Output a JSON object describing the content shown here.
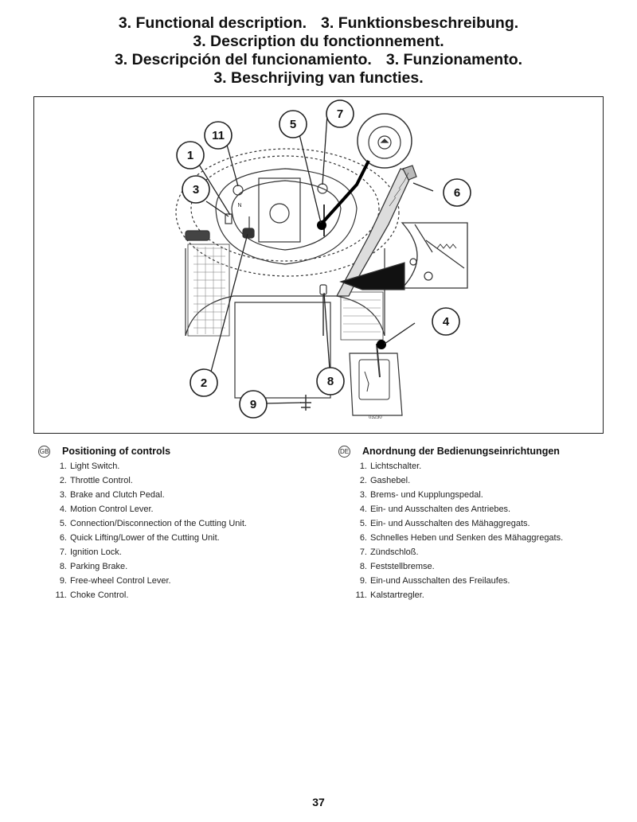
{
  "header": {
    "line1a": "3. Functional description.",
    "line1b": "3. Funktionsbeschreibung.",
    "line2": "3. Description du fonctionnement.",
    "line3a": "3. Descripción del funcionamiento.",
    "line3b": "3. Funzionamento.",
    "line4": "3. Beschrijving van functies."
  },
  "figure": {
    "callouts": [
      "1",
      "2",
      "3",
      "4",
      "5",
      "6",
      "7",
      "8",
      "9",
      "11"
    ],
    "code": "03230",
    "choke_mark": "N"
  },
  "gb": {
    "badge": "GB",
    "title": "Positioning of controls",
    "items": [
      {
        "num": "1.",
        "text": "Light Switch."
      },
      {
        "num": "2.",
        "text": "Throttle Control."
      },
      {
        "num": "3.",
        "text": "Brake and Clutch Pedal."
      },
      {
        "num": "4.",
        "text": "Motion Control Lever."
      },
      {
        "num": "5.",
        "text": "Connection/Disconnection of the Cutting Unit."
      },
      {
        "num": "6.",
        "text": "Quick Lifting/Lower of the Cutting Unit."
      },
      {
        "num": "7.",
        "text": "Ignition Lock."
      },
      {
        "num": "8.",
        "text": "Parking Brake."
      },
      {
        "num": "9.",
        "text": "Free-wheel Control Lever."
      },
      {
        "num": "11.",
        "text": "Choke Control."
      }
    ]
  },
  "de": {
    "badge": "DE",
    "title": "Anordnung der Bedienungseinrichtungen",
    "items": [
      {
        "num": "1.",
        "text": "Lichtschalter."
      },
      {
        "num": "2.",
        "text": "Gashebel."
      },
      {
        "num": "3.",
        "text": "Brems- und Kupplungspedal."
      },
      {
        "num": "4.",
        "text": "Ein- und Ausschalten des Antriebes."
      },
      {
        "num": "5.",
        "text": "Ein- und Ausschalten des Mähaggregats."
      },
      {
        "num": "6.",
        "text": "Schnelles Heben und Senken des Mähaggregats."
      },
      {
        "num": "7.",
        "text": "Zündschloß."
      },
      {
        "num": "8.",
        "text": "Feststellbremse."
      },
      {
        "num": "9.",
        "text": "Ein-und Ausschalten des Freilaufes."
      },
      {
        "num": "11.",
        "text": "Kalstartregler."
      }
    ]
  },
  "page_number": "37"
}
